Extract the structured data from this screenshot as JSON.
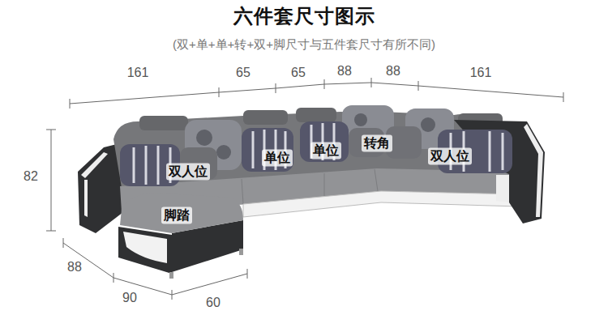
{
  "diagram": {
    "title": "六件套尺寸图示",
    "labels": [
      "(双+单+单+转+双+脚尺寸与五件套尺寸有所不同)",
      "161",
      "65",
      "65",
      "88",
      "88",
      "161",
      "82",
      "88",
      "90",
      "60",
      "双人位",
      "单位",
      "单位",
      "转角",
      "双人位",
      "脚踏"
    ]
  }
}
